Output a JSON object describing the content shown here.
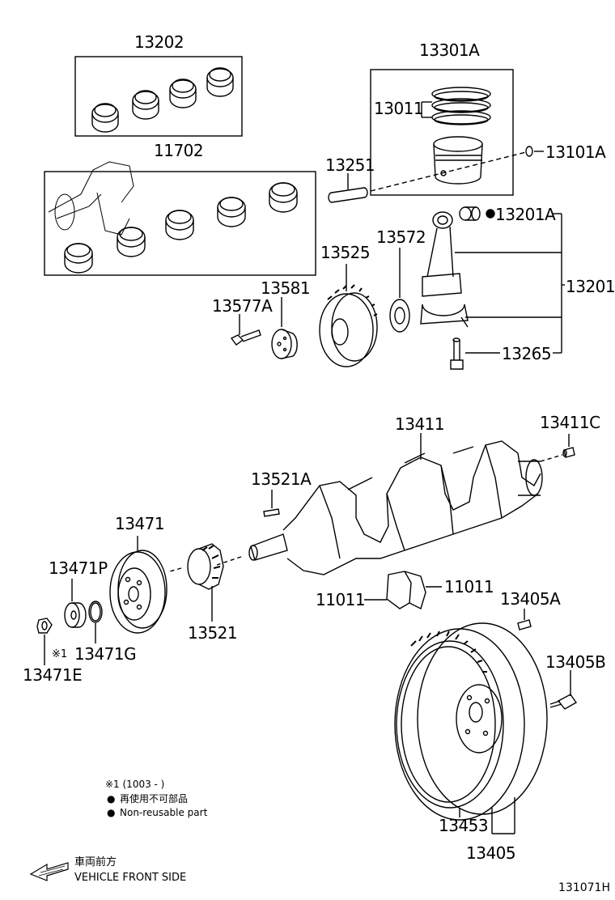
{
  "diagram": {
    "ref_code": "131071H",
    "legend": {
      "note1": "※1 (1003 -        )",
      "non_reusable_jp": "再使用不可部品",
      "non_reusable_en": "Non-reusable part",
      "bullet": "●"
    },
    "front_side": {
      "jp": "車両前方",
      "en": "VEHICLE FRONT SIDE"
    },
    "parts": {
      "p13202": "13202",
      "p13301A": "13301A",
      "p13011": "13011",
      "p11702": "11702",
      "p13251": "13251",
      "p13101A": "13101A",
      "p13201A": "13201A",
      "p13572": "13572",
      "p13525": "13525",
      "p13581": "13581",
      "p13577A": "13577A",
      "p13201": "13201",
      "p13265": "13265",
      "p13411": "13411",
      "p13411C": "13411C",
      "p13521A": "13521A",
      "p13471": "13471",
      "p13471P": "13471P",
      "p11011_left": "11011",
      "p11011_right": "11011",
      "p13405A": "13405A",
      "p13521": "13521",
      "p13471G": "13471G",
      "p13471E": "13471E",
      "p13405B": "13405B",
      "p13453": "13453",
      "p13405": "13405",
      "mark1": "※1"
    }
  }
}
